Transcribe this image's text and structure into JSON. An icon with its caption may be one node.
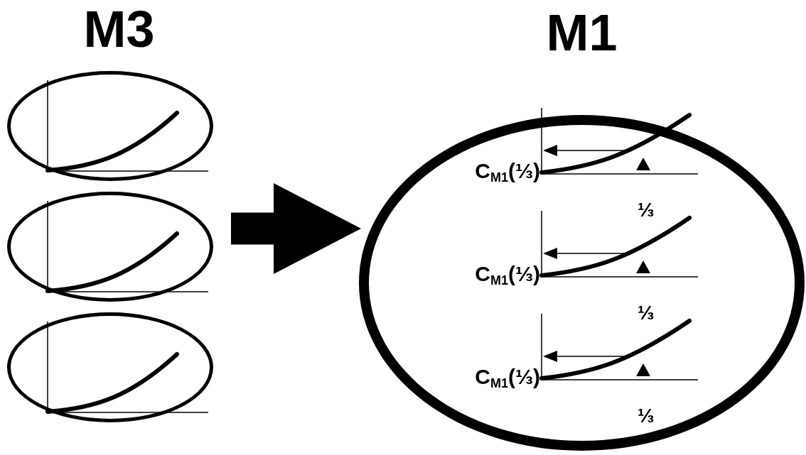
{
  "diagram": {
    "nodes": [
      {
        "text": [
          "M3"
        ]
      },
      {
        "text": [],
        "shape": "circle",
        "in": 0
      },
      {
        "text": [],
        "shape": "circle",
        "in": 0
      },
      {
        "text": [],
        "shape": "circle",
        "in": 0
      },
      {
        "text": [
          "M1"
        ]
      }
    ],
    "edges": [
      {
        "from": 0,
        "to": 4,
        "arrow": "to"
      }
    ],
    "labels": [
      "C$_{M1}$(⅓)",
      "⅓",
      "C$_{M1}$(⅓)",
      "⅓",
      "C$_{M1}$(⅓)",
      "⅓"
    ]
  }
}
